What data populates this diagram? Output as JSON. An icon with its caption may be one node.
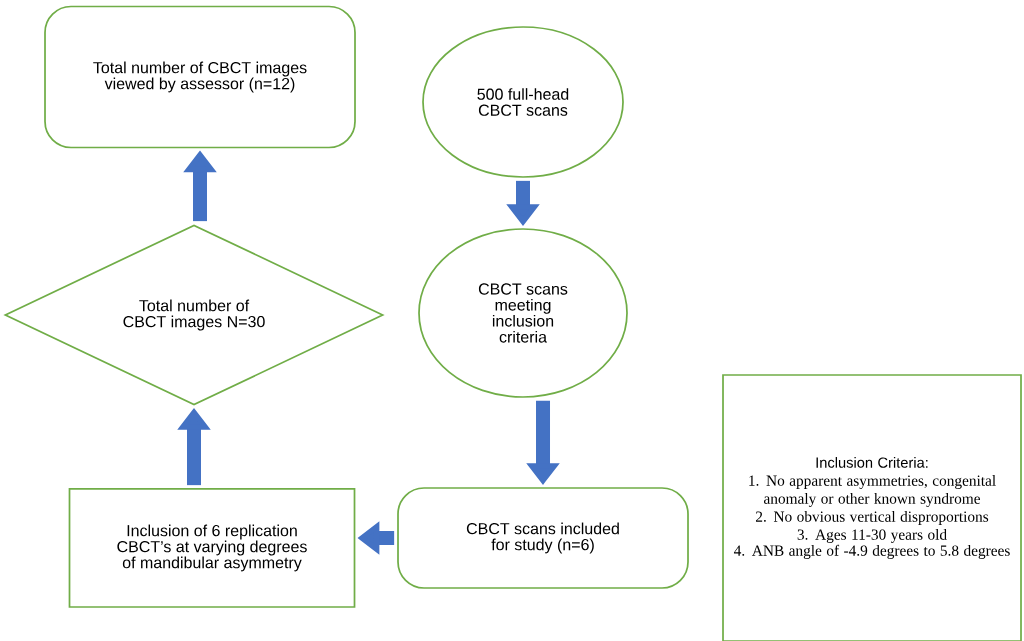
{
  "diagram": {
    "nodes": [
      {
        "text": [
          "500 full-head CBCT scans"
        ]
      },
      {
        "text": [
          "CBCT scans meeting inclusion criteria"
        ]
      },
      {
        "text": [
          "CBCT scans included for study (n=6)"
        ]
      },
      {
        "text": [
          "Inclusion of 6 replication CBCT’s at varying degrees of mandibular asymmetry"
        ]
      },
      {
        "text": [
          "Total number of CBCT images N=30"
        ]
      },
      {
        "text": [
          "Total number of CBCT images viewed by assessor (n=12)"
        ]
      },
      {
        "text": [
          "Inclusion Criteria:",
          "1. No apparent asymmetries, congenital anomaly or other known syndrome",
          "2. No obvious vertical disproportions",
          "3. Ages 11-30 years old",
          "4. ANB angle of -4.9 degrees to 5.8 degrees"
        ]
      }
    ],
    "edges": [
      {
        "from": 0,
        "to": 1,
        "arrow": "to"
      },
      {
        "from": 1,
        "to": 2,
        "arrow": "to"
      },
      {
        "from": 2,
        "to": 3,
        "arrow": "to"
      },
      {
        "from": 3,
        "to": 4,
        "arrow": "to"
      },
      {
        "from": 4,
        "to": 5,
        "arrow": "to"
      }
    ]
  }
}
